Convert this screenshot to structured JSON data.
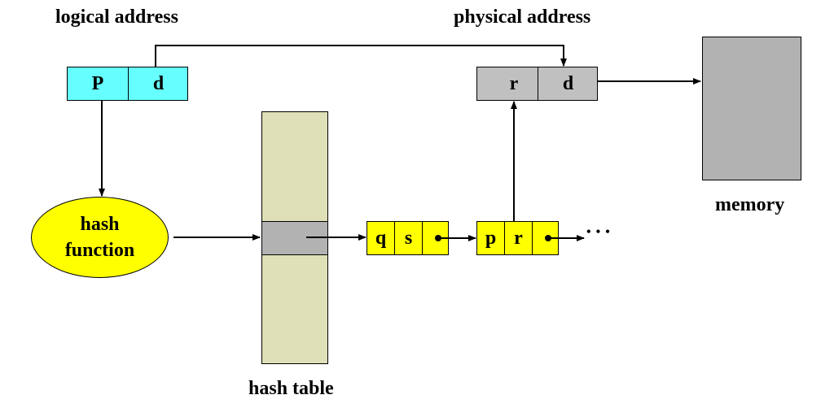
{
  "labels": {
    "logical_address": "logical address",
    "physical_address": "physical address",
    "memory": "memory",
    "hash_table": "hash table",
    "hash_function_line1": "hash",
    "hash_function_line2": "function",
    "ellipsis": "• • •"
  },
  "logical_address": {
    "page": "P",
    "offset": "d"
  },
  "physical_address": {
    "frame": "r",
    "offset": "d"
  },
  "chain_node_1": {
    "key": "q",
    "value": "s"
  },
  "chain_node_2": {
    "key": "p",
    "value": "r"
  },
  "colors": {
    "logical_box": "#66ffff",
    "physical_box": "#c0c0c0",
    "memory": "#b2b2b2",
    "hash_table": "#e0e0b8",
    "hash_table_entry": "#b2b2b2",
    "hash_function": "#ffff00",
    "chain_node": "#ffff00"
  }
}
